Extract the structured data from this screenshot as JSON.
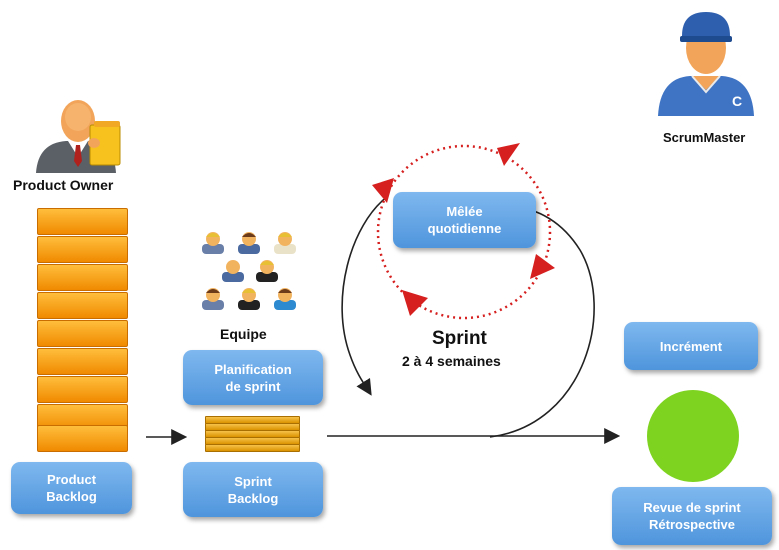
{
  "roles": {
    "product_owner": "Product Owner",
    "team": "Equipe",
    "scrum_master": "ScrumMaster"
  },
  "boxes": {
    "product_backlog": [
      "Product",
      "Backlog"
    ],
    "sprint_planning": [
      "Planification",
      "de sprint"
    ],
    "sprint_backlog": [
      "Sprint",
      "Backlog"
    ],
    "daily_scrum": [
      "Mêlée",
      "quotidienne"
    ],
    "increment": [
      "Incrément"
    ],
    "review": [
      "Revue de sprint",
      "Rétrospective"
    ]
  },
  "sprint": {
    "title": "Sprint",
    "duration": "2 à 4 semaines"
  },
  "colors": {
    "box_blue": "#5fa3e6",
    "backlog_orange": "#f7a21b",
    "arrow_red": "#d61f1f",
    "increment_green": "#7ed321"
  },
  "icons": [
    "product-owner-icon",
    "team-icon",
    "scrum-master-icon"
  ]
}
